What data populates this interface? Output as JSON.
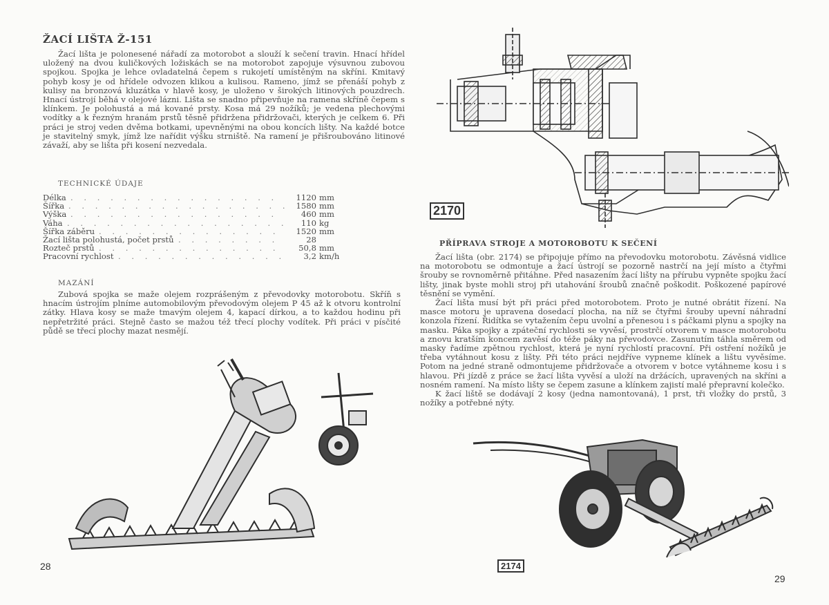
{
  "left": {
    "title": "ŽACÍ LIŠTA Ž-151",
    "intro": "Žací lišta je polonesené nářadí za motorobot a slouží k sečení travin. Hnací hřídel uložený na dvou kuličkových ložiskách se na motorobot zapojuje výsuvnou zubovou spojkou. Spojka je lehce ovladatelná čepem s rukojetí umístěným na skříni. Kmitavý pohyb kosy je od hřídele odvozen klikou a kulisou. Rameno, jímž se přenáší pohyb z kulisy na bronzová kluzátka v hlavě kosy, je uloženo v širokých litinových pouzdrech. Hnací ústrojí běhá v olejové lázni. Lišta se snadno připevňuje na ramena skříně čepem s klínkem. Je polohustá a má kované prsty. Kosa má 29 nožíků; je vedena plechovými vodítky a k řezným hranám prstů těsně přidržena přidržovači, kterých je celkem 6. Při práci je stroj veden dvěma botkami, upevněnými na obou koncích lišty. Na každé botce je stavitelný smyk, jímž lze nařídit výšku strniště. Na ramení je přišroubováno litinové závaží, aby se lišta při kosení nezvedala.",
    "tech_heading": "TECHNICKÉ ÚDAJE",
    "specs": [
      {
        "k": "Délka",
        "v": "1120",
        "u": "mm"
      },
      {
        "k": "Šířka",
        "v": "1580",
        "u": "mm"
      },
      {
        "k": "Výška",
        "v": "460",
        "u": "mm"
      },
      {
        "k": "Váha",
        "v": "110",
        "u": "kg"
      },
      {
        "k": "Šířka záběru",
        "v": "1520",
        "u": "mm"
      },
      {
        "k": "Žací lišta polohustá, počet prstů",
        "v": "28",
        "u": ""
      },
      {
        "k": "Rozteč prstů",
        "v": "50,8",
        "u": "mm"
      },
      {
        "k": "Pracovní rychlost",
        "v": "3,2",
        "u": "km/h"
      }
    ],
    "mazani_heading": "MAZÁNÍ",
    "mazani": "Zubová spojka se maže olejem rozprášeným z převodovky motorobotu. Skříň s hnacím ústrojím plníme automobilovým převodovým olejem P 45 až k otvoru kontrolní zátky. Hlava kosy se maže tmavým olejem 4, kapací dírkou, a to každou hodinu při nepřetržité práci. Stejně často se mažou též třecí plochy vodítek. Při práci v písčité půdě se třecí plochy mazat nesmějí.",
    "page_number": "28"
  },
  "right": {
    "fig_top_label": "2170",
    "heading": "PŘÍPRAVA STROJE A MOTOROBOTU K SEČENÍ",
    "p1": "Žací lišta (obr. 2174) se připojuje přímo na převodovku motorobotu. Závěsná vidlice na motorobotu se odmontuje a žací ústrojí se pozorně nastrčí na její místo a čtyřmi šrouby se rovnoměrně přitáhne. Před nasazením žací lišty na přírubu vypněte spojku žací lišty, jinak byste mohli stroj při utahování šroubů značně poškodit. Poškozené papírové těsnění se vymění.",
    "p2": "Žací lišta musí být při práci před motorobotem. Proto je nutné obrátit řízení. Na masce motoru je upravena dosedací plocha, na níž se čtyřmi šrouby upevní náhradní konzola řízení. Řidítka se vytažením čepu uvolní a přenesou i s páčkami plynu a spojky na masku. Páka spojky a zpáteční rychlosti se vyvěsí, prostrčí otvorem v masce motorobotu a znovu kratším koncem zavěsí do téže páky na převodovce. Zasunutím táhla směrem od masky řadíme zpětnou rychlost, která je nyní rychlostí pracovní. Při ostření nožíků je třeba vytáhnout kosu z lišty. Při této práci nejdříve vypneme klínek a lištu vyvěsíme. Potom na jedné straně odmontujeme přidržovače a otvorem v botce vytáhneme kosu i s hlavou. Při jízdě z práce se žací lišta vyvěsí a uloží na držácích, upravených na skříni a nosném ramení. Na místo lišty se čepem zasune a klínkem zajistí malé přepravní kolečko.",
    "p3": "K žací liště se dodávají 2 kosy (jedna namontovaná), 1 prst, tři vložky do prstů, 3 nožíky a potřebné nýty.",
    "fig_bottom_label": "2174",
    "page_number": "29"
  }
}
